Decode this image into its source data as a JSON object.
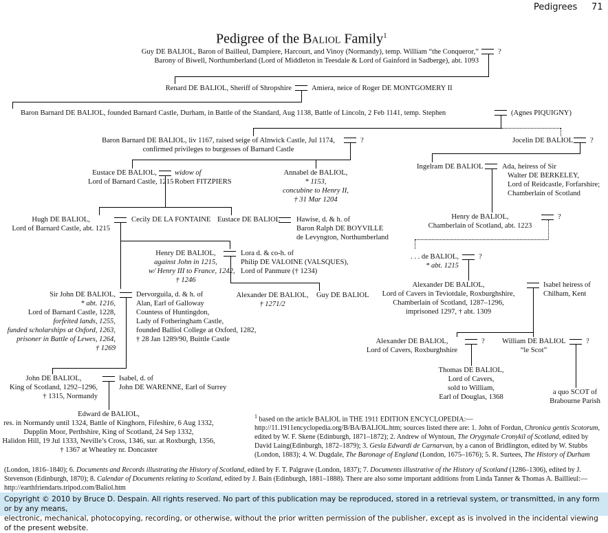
{
  "header": {
    "section": "Pedigrees",
    "page_number": "71"
  },
  "title": {
    "prefix": "Pedigree of the ",
    "name": "Baliol",
    "suffix": " Family",
    "mark": "1"
  },
  "people": {
    "guy": {
      "line1": "Guy DE BALIOL, Baron of Bailleul, Dampiere, Harcourt, and Vinoy (Normandy), temp. William “the Conqueror,”",
      "line2": "Barony of Biwell, Northumberland (Lord of Middleton in Teesdale & Lord of Gainford in Sadberge), abt. 1093",
      "spouse": "?"
    },
    "renard": {
      "text": "Renard DE BALIOL, Sheriff of Shropshire",
      "spouse": "Amiera, neice of Roger DE MONTGOMERY II"
    },
    "barnard1": {
      "text": "Baron Barnard DE BALIOL, founded Barnard Castle, Durham, in Battle of the Standard, Aug 1138, Battle of Lincoln, 2 Feb 1141, temp. Stephen",
      "spouse": "(Agnes PIQUIGNY)"
    },
    "barnard2": {
      "line1": "Baron Barnard DE BALIOL, liv 1167, raised seige of Alnwick Castle, Jul 1174,",
      "line2": "confirmed privileges to burgesses of Barnard Castle",
      "spouse": "?"
    },
    "jocelin": {
      "text": "Jocelin DE BALIOL",
      "spouse": "?"
    },
    "eustace1": {
      "line1": "Eustace DE BALIOL,",
      "line2": "Lord of Barnard Castle, 1215",
      "spouse1": "widow of",
      "spouse2": "Robert FITZPIERS"
    },
    "annabel": {
      "line1": "Annabel de BALIOL,",
      "line2": "* 1153,",
      "line3": "concubine to Henry II,",
      "line4": "† 31 Mar 1204"
    },
    "ingelram": {
      "text": "Ingelram DE BALIOL",
      "spouse1": "Ada, heiress of Sir",
      "spouse2": "Walter DE BERKELEY,",
      "spouse3": "Lord of Reidcastle, Forfarshire;",
      "spouse4": "Chamberlain of Scotland"
    },
    "hugh": {
      "line1": "Hugh DE BALIOL,",
      "line2": "Lord of Barnard Castle, abt. 1215",
      "spouse": "Cecily DE LA FONTAINE"
    },
    "eustace2": {
      "text": "Eustace DE BALIOL",
      "spouse1": "Hawise, d. & h. of",
      "spouse2": "Baron Ralph DE BOYVILLE",
      "spouse3": "de Levyngton, Northumberland"
    },
    "henry_ch": {
      "line1": "Henry de BALIOL,",
      "line2": "Chamberlain of Scotland, abt. 1223",
      "spouse": "?"
    },
    "henry": {
      "line1": "Henry DE BALIOL,",
      "line2": "against John in 1215,",
      "line3": "w/ Henry III to France, 1242,",
      "line4": "† 1246",
      "spouse1": "Lora d. & co-h. of",
      "spouse2": "Philip DE VALOINE (VALSQUES),",
      "spouse3": "Lord of Panmure († 1234)"
    },
    "unknown": {
      "line1": ". . . de BALIOL,",
      "line2": "* abt. 1215",
      "spouse": "?"
    },
    "alex_cavers": {
      "line1": "Alexander DE BALIOL,",
      "line2": "Lord of Cavers in Teviotdale, Roxburghshire,",
      "line3": "Chamberlain of Scotland, 1287–1296,",
      "line4": "imprisoned 1297, † abt. 1309",
      "spouse1": "Isabel heiress of",
      "spouse2": "Chilham, Kent"
    },
    "alex2": {
      "line1": "Alexander DE BALIOL,",
      "line2": "† 1271/2"
    },
    "guy2": {
      "text": "Guy DE BALIOL"
    },
    "sir_john": {
      "line1": "Sir John DE BALIOL,",
      "line2": "* abt. 1216,",
      "line3": "Lord of Barnard Castle, 1228,",
      "line4": "forfeited lands, 1255,",
      "line5": "funded scholarships at Oxford, 1263,",
      "line6": "prisoner in Battle of Lewes, 1264,",
      "line7": "† 1269"
    },
    "dervorguila": {
      "line1": "Dervorguila, d. & h. of",
      "line2": "Alan, Earl of Galloway",
      "line3": "Countess of Huntingdon,",
      "line4": "Lady of Fotheringham Castle,",
      "line5": "founded Balliol College at Oxford, 1282,",
      "line6": "† 28 Jan 1289/90, Buittle Castle"
    },
    "alex3": {
      "line1": "Alexander DE BALIOL,",
      "line2": "Lord of Cavers, Roxburghshire",
      "spouse": "?"
    },
    "william": {
      "line1": "William DE BALIOL",
      "line2": "“le Scot”",
      "spouse": "?"
    },
    "john_king": {
      "line1": "John DE BALIOL,",
      "line2": "King of Scotland, 1292–1296,",
      "line3": "† 1315, Normandy",
      "spouse1": "Isabel, d. of",
      "spouse2": "John DE WARENNE, Earl of Surrey"
    },
    "thomas": {
      "line1": "Thomas DE BALIOL,",
      "line2": "Lord of Cavers,",
      "line3": "sold to William,",
      "line4": "Earl of Douglas, 1368"
    },
    "scot": {
      "line1": "a quo SCOT of",
      "line2": "Brabourne Parish"
    },
    "edward": {
      "line1": "Edward de BALIOL,",
      "line2": "res. in Normandy until 1324, Battle of Kinghorn, Fifeshire, 6 Aug 1332,",
      "line3": "Dupplin Moor, Perthshire, King of Scotland, 24 Sep 1332,",
      "line4": "Halidon Hill, 19 Jul 1333, Neville’s Cross, 1346, sur. at Roxburgh, 1356,",
      "line5": "† 1367 at Wheatley nr. Doncaster"
    }
  },
  "footnote": {
    "mark": "1",
    "intro": " based on the article BALIOL in THE 1911 EDITION ENCYCLOPEDIA:— http://11.1911encyclopedia.org/B/BA/BALIOL.htm; sources listed there are: ",
    "s1a": "1. John of Fordun, ",
    "s1t": "Chronica gentis Scotorum",
    "s1b": ", edited by W. F. Skene (Edinburgh, 1871–1872); ",
    "s2a": "2. Andrew of Wyntoun, ",
    "s2t": "The Orygynale Cronykil of Scotland",
    "s2b": ", edited by David Laing(Edinburgh, 1872–1879); ",
    "s3a": "3. ",
    "s3t": "Gesla Edwardi de Carnarvan",
    "s3b": ", by a canon of Bridlington, edited by W. Stubbs (London, 1883); ",
    "s4a": "4. W. Dugdale, ",
    "s4t": "The Baronage of England",
    "s4b": " (London, 1675–1676); ",
    "s5a": "5. R. Surtees, ",
    "s5t": "The History of Durham",
    "s5b": " (London, 1816–1840); ",
    "s6a": "6. ",
    "s6t": "Documents and Records illustrating the History of Scotland",
    "s6b": ", edited by F. T. Palgrave (London, 1837); ",
    "s7a": "7. ",
    "s7t": "Documents illustrative of the History of Scotland",
    "s7b": " (1286–1306), edited by J. Stevenson (Edinburgh, 1870); ",
    "s8a": "8. ",
    "s8t": "Calendar of Documents relating to Scotland",
    "s8b": ", edited by J. Bain (Edinburgh, 1881–1888). ",
    "outro": "There are also some important additions from Linda Tanner & Thomas A. Baillieul:— http://earthfriendarts.tripod.com/Baliol.htm"
  },
  "copyright": {
    "line1": "Copyright © 2010 by Bruce D. Despain.  All rights reserved.  No part of this publication may be reproduced, stored in a retrieval system, or transmitted, in any form or by any means,",
    "line2": "electronic, mechanical, photocopying, recording, or otherwise, without the prior written permission of the publisher, except as is involved in the incidental viewing of the present website."
  }
}
